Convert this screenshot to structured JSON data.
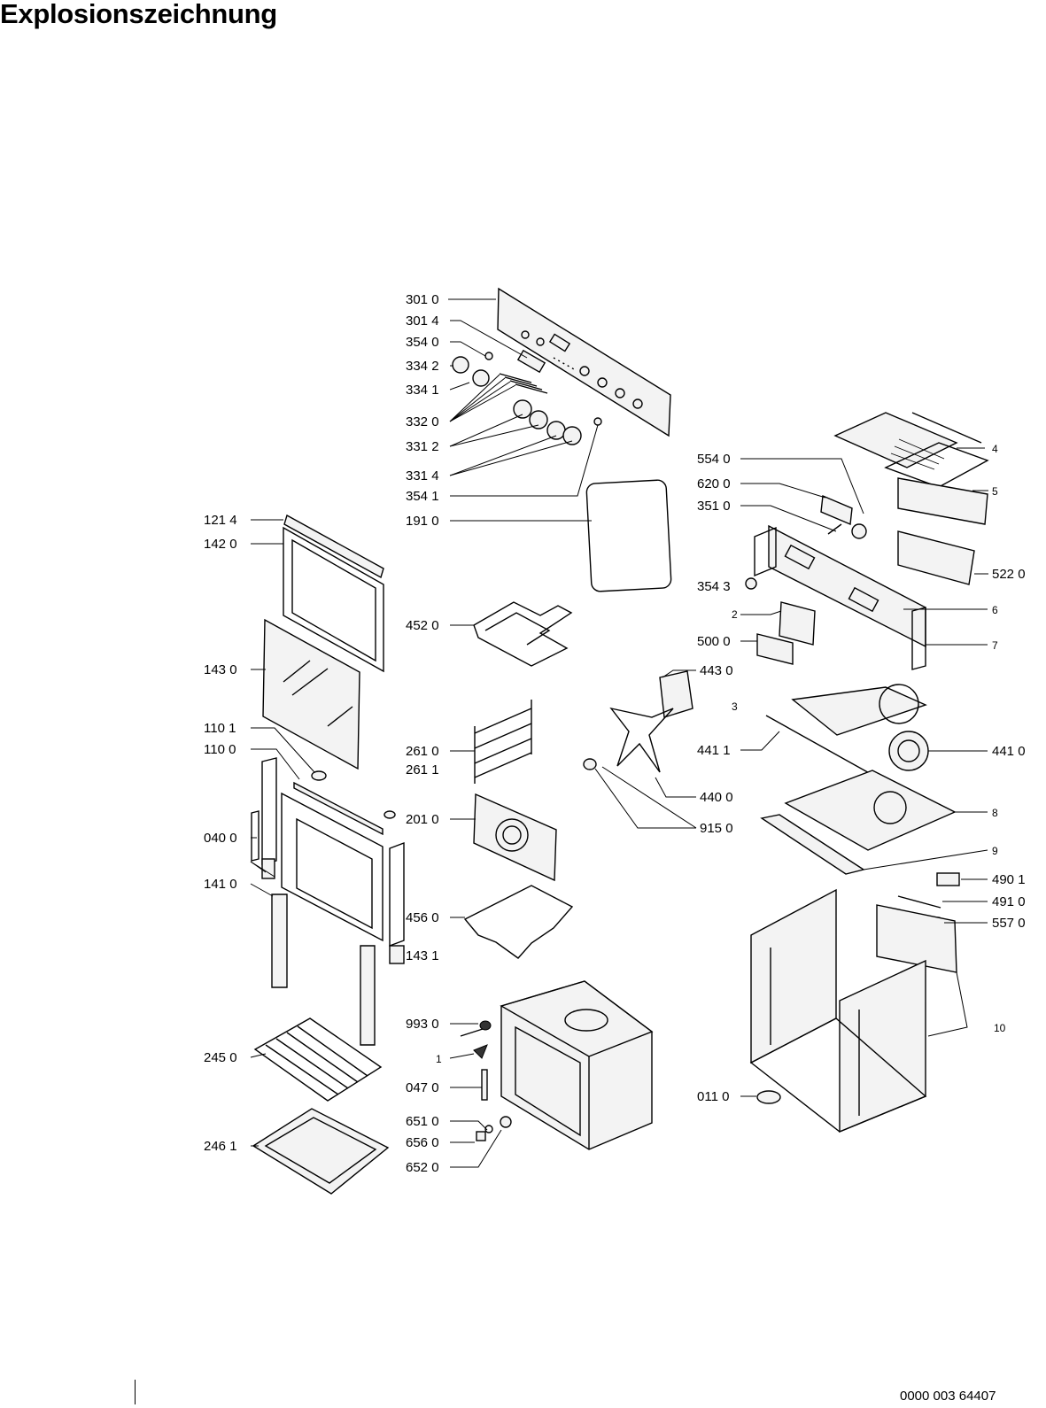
{
  "title": "Explosionszeichnung",
  "document_code": "0000 003 64407",
  "callouts": [
    {
      "id": "301-0",
      "label": "301 0"
    },
    {
      "id": "301-4",
      "label": "301 4"
    },
    {
      "id": "354-0",
      "label": "354 0"
    },
    {
      "id": "334-2",
      "label": "334 2"
    },
    {
      "id": "334-1",
      "label": "334 1"
    },
    {
      "id": "332-0",
      "label": "332 0"
    },
    {
      "id": "331-2",
      "label": "331 2"
    },
    {
      "id": "331-4",
      "label": "331 4"
    },
    {
      "id": "354-1",
      "label": "354 1"
    },
    {
      "id": "191-0",
      "label": "191 0"
    },
    {
      "id": "121-4",
      "label": "121 4"
    },
    {
      "id": "142-0",
      "label": "142 0"
    },
    {
      "id": "143-0",
      "label": "143 0"
    },
    {
      "id": "110-1",
      "label": "110 1"
    },
    {
      "id": "110-0",
      "label": "110 0"
    },
    {
      "id": "040-0",
      "label": "040 0"
    },
    {
      "id": "141-0",
      "label": "141 0"
    },
    {
      "id": "143-1",
      "label": "143 1"
    },
    {
      "id": "245-0",
      "label": "245 0"
    },
    {
      "id": "246-1",
      "label": "246 1"
    },
    {
      "id": "452-0",
      "label": "452 0"
    },
    {
      "id": "261-0",
      "label": "261 0"
    },
    {
      "id": "261-1",
      "label": "261 1"
    },
    {
      "id": "201-0",
      "label": "201 0"
    },
    {
      "id": "456-0",
      "label": "456 0"
    },
    {
      "id": "993-0",
      "label": "993 0"
    },
    {
      "id": "1",
      "label": "1"
    },
    {
      "id": "047-0",
      "label": "047 0"
    },
    {
      "id": "651-0",
      "label": "651 0"
    },
    {
      "id": "656-0",
      "label": "656 0"
    },
    {
      "id": "652-0",
      "label": "652 0"
    },
    {
      "id": "443-0",
      "label": "443 0"
    },
    {
      "id": "440-0",
      "label": "440 0"
    },
    {
      "id": "915-0",
      "label": "915 0"
    },
    {
      "id": "554-0",
      "label": "554 0"
    },
    {
      "id": "620-0",
      "label": "620 0"
    },
    {
      "id": "351-0",
      "label": "351 0"
    },
    {
      "id": "354-3",
      "label": "354 3"
    },
    {
      "id": "2",
      "label": "2"
    },
    {
      "id": "500-0",
      "label": "500 0"
    },
    {
      "id": "4",
      "label": "4"
    },
    {
      "id": "5",
      "label": "5"
    },
    {
      "id": "522-0",
      "label": "522 0"
    },
    {
      "id": "6",
      "label": "6"
    },
    {
      "id": "7",
      "label": "7"
    },
    {
      "id": "3",
      "label": "3"
    },
    {
      "id": "441-1",
      "label": "441 1"
    },
    {
      "id": "441-0",
      "label": "441 0"
    },
    {
      "id": "8",
      "label": "8"
    },
    {
      "id": "9",
      "label": "9"
    },
    {
      "id": "490-1",
      "label": "490 1"
    },
    {
      "id": "491-0",
      "label": "491 0"
    },
    {
      "id": "557-0",
      "label": "557 0"
    },
    {
      "id": "10",
      "label": "10"
    },
    {
      "id": "011-0",
      "label": "011 0"
    }
  ]
}
